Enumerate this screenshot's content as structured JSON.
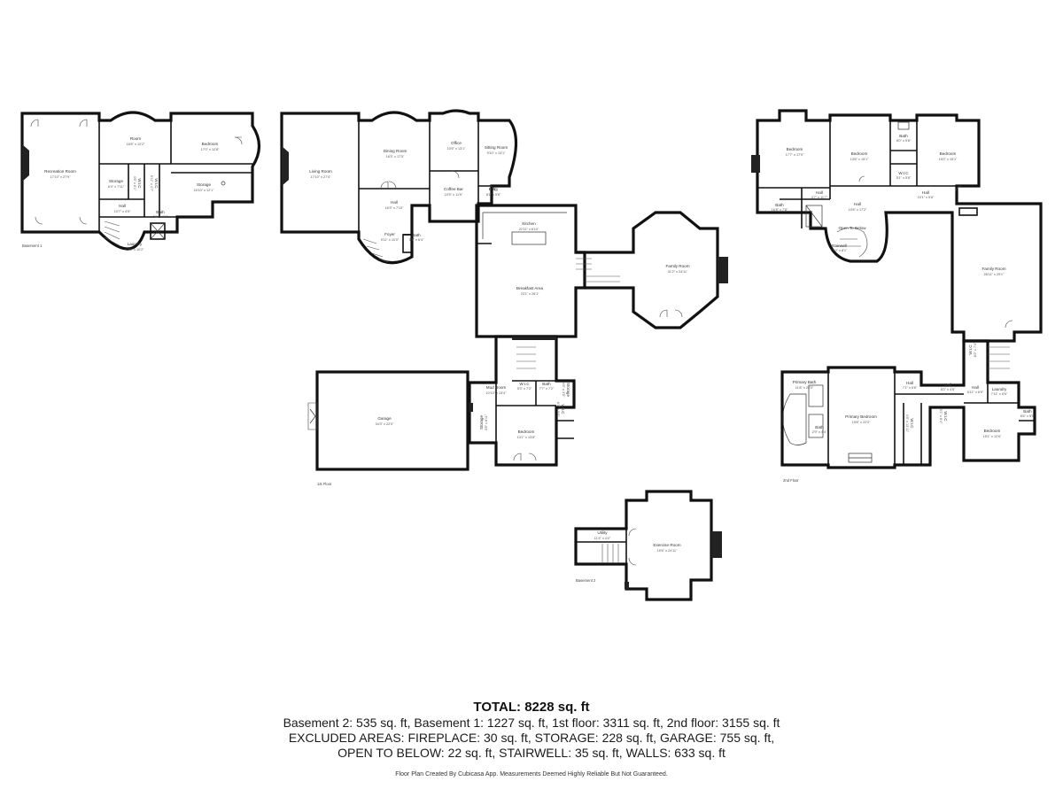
{
  "floors": {
    "basement1": {
      "label": "Basement 1",
      "rooms": [
        {
          "name": "Recreation Room",
          "dims": "17'10\" x 27'9\""
        },
        {
          "name": "Room",
          "dims": "16'8\" x 12'2\""
        },
        {
          "name": "Bedroom",
          "dims": "17'0\" x 12'8\""
        },
        {
          "name": "Storage",
          "dims": "6'4\" x 7'11\""
        },
        {
          "name": "Storage",
          "dims": "18'10\" x 12'1\""
        },
        {
          "name": "Hall",
          "dims": "10'7\" x 4'5\""
        },
        {
          "name": "Bath",
          "dims": "5'4\" x 9'9\""
        },
        {
          "name": "Laundry",
          "dims": "12'8\" x 10'2\""
        },
        {
          "name": "W.I.C",
          "dims": "4'6\" x 6'1\""
        },
        {
          "name": "W.I.C",
          "dims": "5'11\" x 4'7\""
        }
      ]
    },
    "first": {
      "label": "1st Floor",
      "rooms": [
        {
          "name": "Living Room",
          "dims": "17'10\" x 27'4\""
        },
        {
          "name": "Dining Room",
          "dims": "16'3\" x 17'5\""
        },
        {
          "name": "Office",
          "dims": "10'5\" x 13'1\""
        },
        {
          "name": "Sitting Room",
          "dims": "9'10\" x 13'1\""
        },
        {
          "name": "Hall",
          "dims": "16'3\" x 7'10\""
        },
        {
          "name": "Coffee Bar",
          "dims": "10'5\" x 11'5\""
        },
        {
          "name": "Entry",
          "dims": "8'1\" x 5'8\""
        },
        {
          "name": "Foyer",
          "dims": "9'11\" x 10'0\""
        },
        {
          "name": "Bath",
          "dims": "5'5\" x 6'4\""
        },
        {
          "name": "Kitchen",
          "dims": "22'11\" x 6'10\""
        },
        {
          "name": "Breakfast Area",
          "dims": "23'1\" x 26'1\""
        },
        {
          "name": "Family Room",
          "dims": "31'2\" x 24'11\""
        },
        {
          "name": "Garage",
          "dims": "34'3\" x 22'0\""
        },
        {
          "name": "Mud Room",
          "dims": "10'10\" x 13'4\""
        },
        {
          "name": "W.I.C",
          "dims": "5'3\" x 7'2\""
        },
        {
          "name": "Bath",
          "dims": "7'7\" x 7'2\""
        },
        {
          "name": "Bedroom",
          "dims": "13'1\" x 13'8\""
        },
        {
          "name": "W.I.C",
          "dims": "6'1\" x 5'6\""
        },
        {
          "name": "Storage",
          "dims": "4'6\" x 3'5\""
        },
        {
          "name": "Storage",
          "dims": "3'5\" x 8'11\""
        }
      ]
    },
    "second": {
      "label": "2nd Floor",
      "rooms": [
        {
          "name": "Bedroom",
          "dims": "17'7\" x 17'0\""
        },
        {
          "name": "Bedroom",
          "dims": "13'6\" x 15'1\""
        },
        {
          "name": "Bath",
          "dims": "8'0\" x 9'8\""
        },
        {
          "name": "Bedroom",
          "dims": "15'0\" x 15'1\""
        },
        {
          "name": "W.I.C",
          "dims": "5'1\" x 5'6\""
        },
        {
          "name": "Hall",
          "dims": "4'7\" x 11'7\""
        },
        {
          "name": "Hall",
          "dims": "23'1\" x 5'6\""
        },
        {
          "name": "Bath",
          "dims": "16'8\" x 7'8\""
        },
        {
          "name": "Hall",
          "dims": "10'6\" x 17'2\""
        },
        {
          "name": "Open To Below",
          "dims": ""
        },
        {
          "name": "Stairwell",
          "dims": "7'10\" x 8'1\""
        },
        {
          "name": "Family Room",
          "dims": "28'11\" x 29'1\""
        },
        {
          "name": "Primary Bath",
          "dims": "11'8\" x 22'0\""
        },
        {
          "name": "Primary Bedroom",
          "dims": "15'8\" x 22'0\""
        },
        {
          "name": "Bath",
          "dims": "2'9\" x 4'4\""
        },
        {
          "name": "Hall",
          "dims": "7'1\" x 6'6\""
        },
        {
          "name": "Hall",
          "dims": "8'2\" x 4'5\""
        },
        {
          "name": "Hall",
          "dims": "6'11\" x 6'5\""
        },
        {
          "name": "Laundry",
          "dims": "7'11\" x 8'6\""
        },
        {
          "name": "Bedroom",
          "dims": "15'1\" x 12'6\""
        },
        {
          "name": "Bath",
          "dims": "6'6\" x 5'5\""
        },
        {
          "name": "W.I.C",
          "dims": "4'5\" x 13'11\""
        },
        {
          "name": "W.I.C",
          "dims": "5'1\" x 8'4\""
        },
        {
          "name": "W.I.C",
          "dims": "8'2\" x 7'4\""
        }
      ]
    },
    "basement2": {
      "label": "Basement 2",
      "rooms": [
        {
          "name": "Utility",
          "dims": "11'4\" x 4'0\""
        },
        {
          "name": "Exercise Room",
          "dims": "19'6\" x 24'11\""
        }
      ]
    }
  },
  "summary": {
    "total": "TOTAL: 8228 sq. ft",
    "line1": "Basement 2: 535 sq. ft, Basement 1: 1227 sq. ft, 1st floor: 3311 sq. ft, 2nd floor: 3155 sq. ft",
    "line2": "EXCLUDED AREAS: FIREPLACE: 30 sq. ft, STORAGE: 228 sq. ft, GARAGE: 755 sq. ft,",
    "line3": "OPEN TO BELOW: 22 sq. ft, STAIRWELL: 35 sq. ft, WALLS: 633 sq. ft"
  },
  "credit": "Floor Plan Created By Cubicasa App. Measurements Deemed Highly Reliable But Not Guaranteed."
}
